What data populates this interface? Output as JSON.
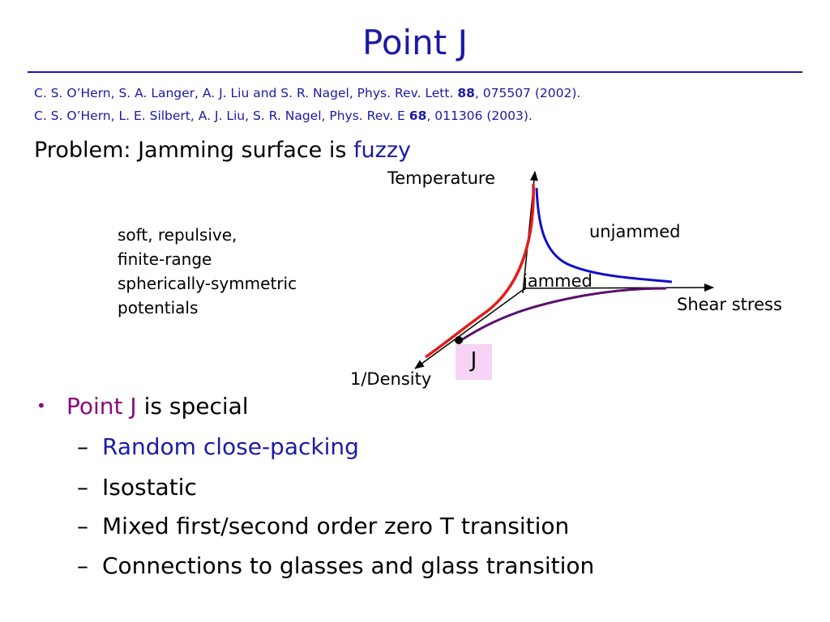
{
  "slide": {
    "title": "Point J",
    "references": [
      {
        "before": "C. S. O’Hern, S. A. Langer, A. J. Liu and S. R. Nagel, Phys. Rev. Lett. ",
        "volume": "88",
        "after": ", 075507 (2002)."
      },
      {
        "before": "C. S. O’Hern, L. E. Silbert, A. J. Liu, S. R. Nagel, Phys. Rev. E ",
        "volume": "68",
        "after": ", 011306 (2003)."
      }
    ],
    "problem": {
      "prefix": "Problem:  Jamming surface is ",
      "highlight": "fuzzy"
    },
    "notes": [
      "soft, repulsive,",
      "finite-range",
      "spherically-symmetric",
      "potentials"
    ],
    "diagram": {
      "axis_temperature": "Temperature",
      "axis_shear": "Shear stress",
      "axis_density": "1/Density",
      "region_unjammed": "unjammed",
      "region_jammed": "jammed",
      "point_label": "J",
      "colors": {
        "red_curve": "#e21b1b",
        "blue_curve": "#1010c8",
        "purple_curve": "#5a0f6e",
        "point_box": "#f7d3f5"
      }
    },
    "bullets": {
      "main": {
        "highlight": "Point J",
        "rest": " is special"
      },
      "sub": [
        "Random close-packing",
        "Isostatic",
        "Mixed first/second order zero T transition",
        "Connections to glasses and glass transition"
      ]
    },
    "colors": {
      "title": "#1a1aa6",
      "accent_purple": "#8b0a7a"
    }
  }
}
